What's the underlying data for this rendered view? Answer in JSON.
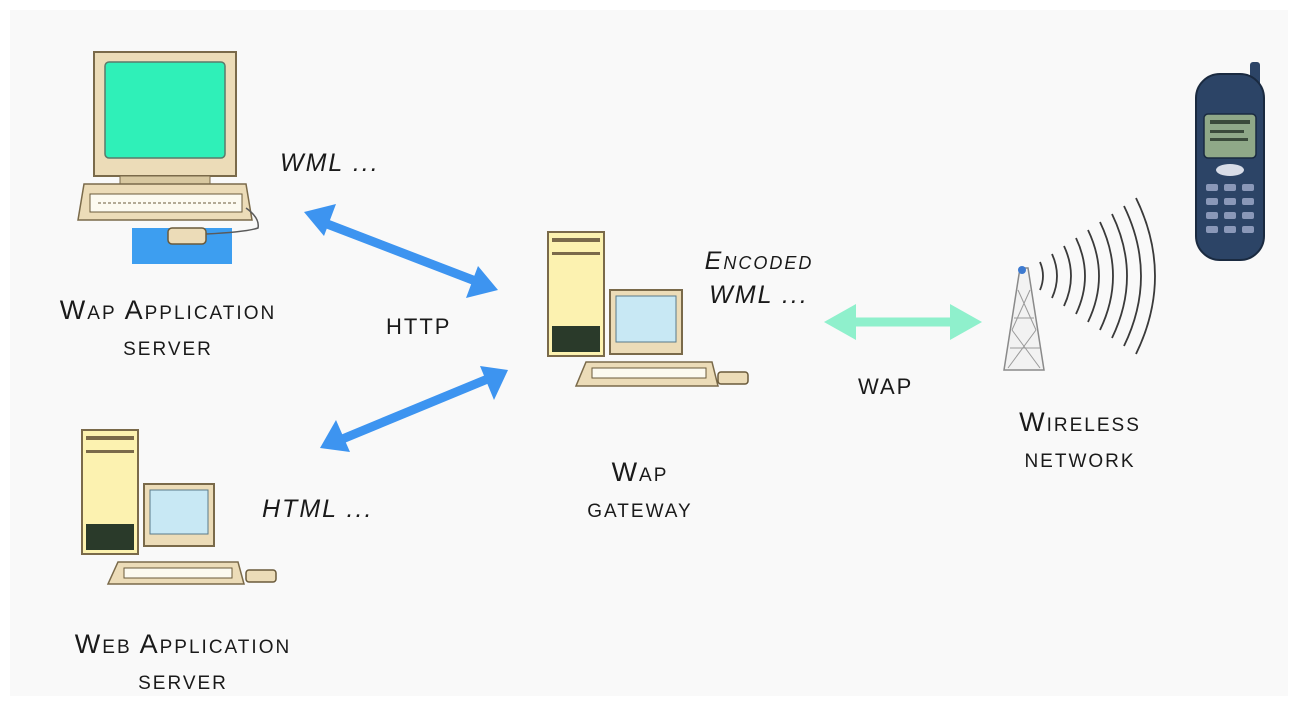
{
  "wap_app_server": {
    "line1": "Wap Application",
    "line2": "server"
  },
  "web_app_server": {
    "line1": "Web Application",
    "line2": "server"
  },
  "wap_gateway": {
    "line1": "Wap",
    "line2": "gateway"
  },
  "wireless_network": {
    "line1": "Wireless",
    "line2": "network"
  },
  "wml_label": "WML ...",
  "encoded_wml": {
    "line1": "Encoded",
    "line2": "WML ..."
  },
  "html_label": "HTML ...",
  "http_label": "HTTP",
  "wap_label": "WAP",
  "colors": {
    "http_arrow": "#3d94f0",
    "wap_arrow": "#8ff0cc",
    "screen_green": "#2ff0b8",
    "screen_blue": "#c8e8f4",
    "beige": "#ecdcb8",
    "tower_yellow": "#fcf2b0",
    "phone": "#2c4466"
  }
}
